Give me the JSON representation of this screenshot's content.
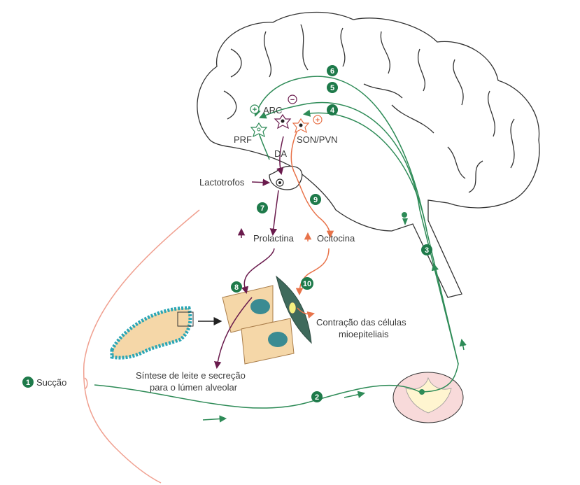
{
  "labels": {
    "arc": "ARC",
    "prf": "PRF",
    "da": "DA",
    "son_pvn": "SON/PVN",
    "lactotrofos": "Lactotrofos",
    "prolactina": "Prolactina",
    "ocitocina": "Ocitocina",
    "contracao_line1": "Contração das células",
    "contracao_line2": "mioepiteliais",
    "sintese_line1": "Síntese de leite e secreção",
    "sintese_line2": "para o lúmen alveolar",
    "succao": "Sucção"
  },
  "steps": {
    "s1": "1",
    "s2": "2",
    "s3": "3",
    "s4": "4",
    "s5": "5",
    "s6": "6",
    "s7": "7",
    "s8": "8",
    "s9": "9",
    "s10": "10"
  },
  "signs": {
    "plus": "+",
    "minus": "−"
  },
  "colors": {
    "green": "#2e8b57",
    "badge": "#1e7a4a",
    "purple": "#6a1b4d",
    "orange": "#e8734a",
    "brain": "#333333",
    "cell": "#f5d7a8",
    "nucleus": "#3b8b92",
    "myo": "#3f6a5c",
    "cord": "#f8dada",
    "cord_inner": "#fff5d0"
  }
}
